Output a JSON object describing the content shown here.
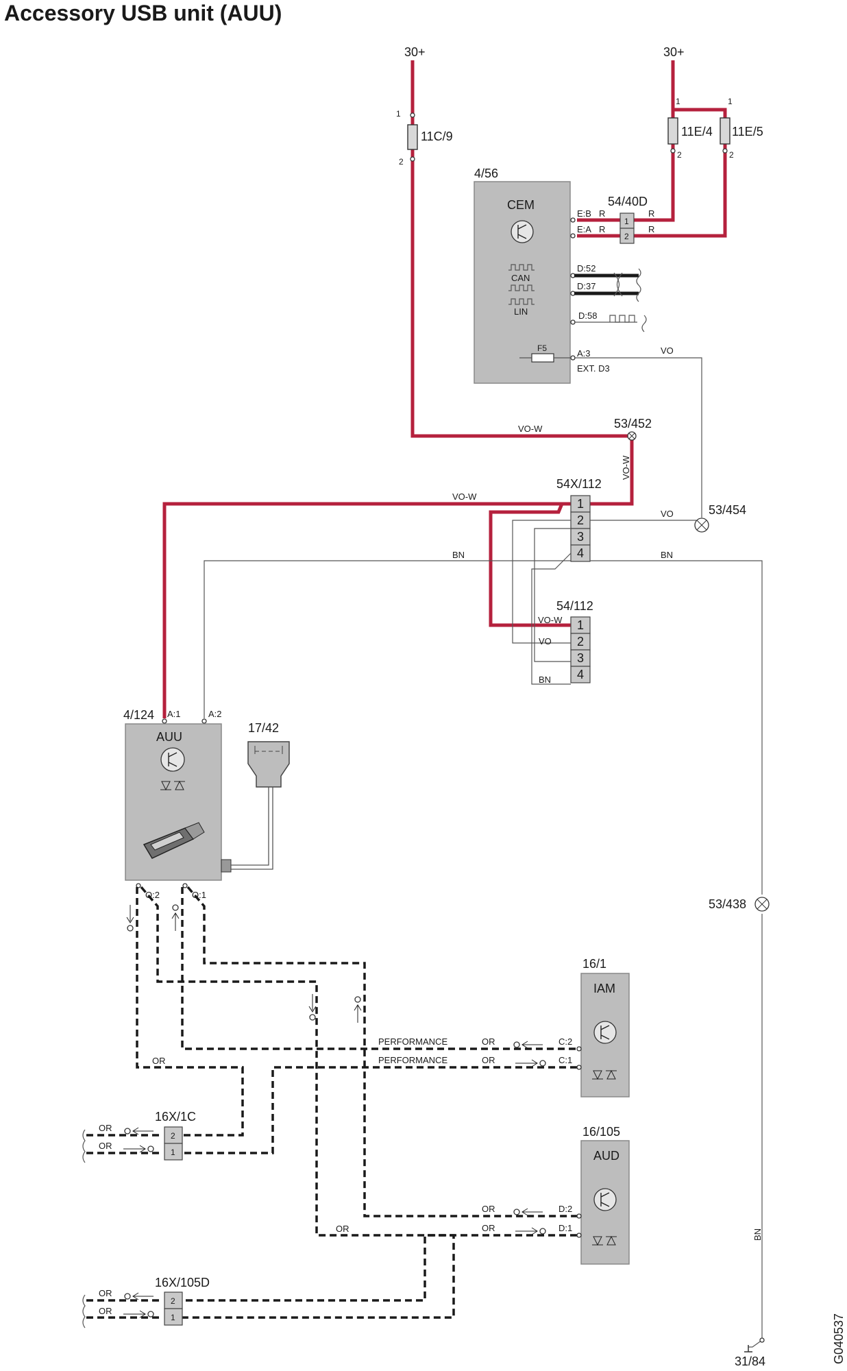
{
  "title": "Accessory USB unit (AUU)",
  "doc_id": "G040537",
  "supplies": {
    "left": "30+",
    "right": "30+"
  },
  "fuses": {
    "f1": {
      "name": "11C/9",
      "pin_top": "1",
      "pin_bottom": "2"
    },
    "f2": {
      "name": "11E/4",
      "pin_top": "1",
      "pin_bottom": "2"
    },
    "f3": {
      "name": "11E/5",
      "pin_top": "1",
      "pin_bottom": "2"
    }
  },
  "cem": {
    "id": "4/56",
    "name": "CEM",
    "pins": {
      "eb": "E:B",
      "ea": "E:A",
      "d52": "D:52",
      "d37": "D:37",
      "d58": "D:58",
      "a3": "A:3",
      "ext": "EXT. D3"
    },
    "can": "CAN",
    "lin": "LIN",
    "fuse": "F5"
  },
  "connector_54_40d": {
    "id": "54/40D",
    "pins": [
      "1",
      "2"
    ],
    "wire": "R"
  },
  "splice": {
    "s452": "53/452",
    "s454": "53/454",
    "s438": "53/438"
  },
  "connector_54x_112": {
    "id": "54X/112",
    "pins": [
      "1",
      "2",
      "3",
      "4"
    ]
  },
  "connector_54_112": {
    "id": "54/112",
    "pins": [
      "1",
      "2",
      "3",
      "4"
    ]
  },
  "auu": {
    "id": "4/124",
    "name": "AUU",
    "pins": {
      "a1": "A:1",
      "a2": "A:2",
      "o2": "O:2",
      "o1": "O:1"
    }
  },
  "usb_port": {
    "id": "17/42"
  },
  "iam": {
    "id": "16/1",
    "name": "IAM",
    "pins": {
      "c2": "C:2",
      "c1": "C:1"
    }
  },
  "aud": {
    "id": "16/105",
    "name": "AUD",
    "pins": {
      "d2": "D:2",
      "d1": "D:1"
    }
  },
  "conn_16x_1c": {
    "id": "16X/1C",
    "pins": [
      "2",
      "1"
    ]
  },
  "conn_16x_105d": {
    "id": "16X/105D",
    "pins": [
      "2",
      "1"
    ]
  },
  "ground": {
    "id": "31/84"
  },
  "wires": {
    "vo_w": "VO-W",
    "vo": "VO",
    "bn": "BN",
    "or": "OR",
    "r": "R",
    "performance": "PERFORMANCE"
  }
}
